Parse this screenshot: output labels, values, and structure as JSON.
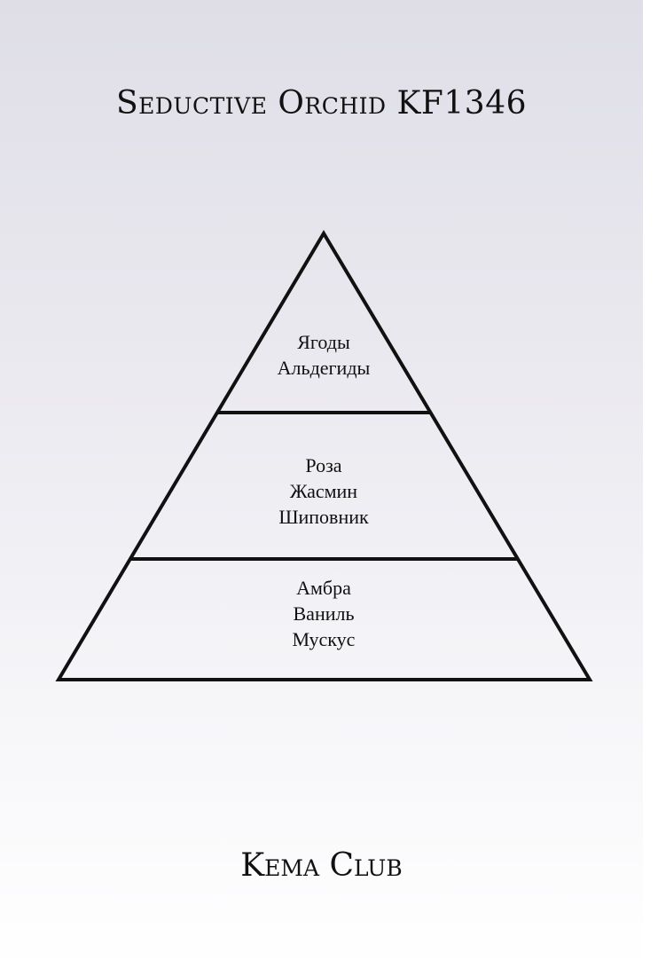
{
  "title": "Seductive Orchid KF1346",
  "brand": "Kema Club",
  "pyramid": {
    "top_notes": [
      "Ягоды",
      "Альдегиды"
    ],
    "heart_notes": [
      "Роза",
      "Жасмин",
      "Шиповник"
    ],
    "base_notes": [
      "Амбра",
      "Ваниль",
      "Мускус"
    ]
  }
}
